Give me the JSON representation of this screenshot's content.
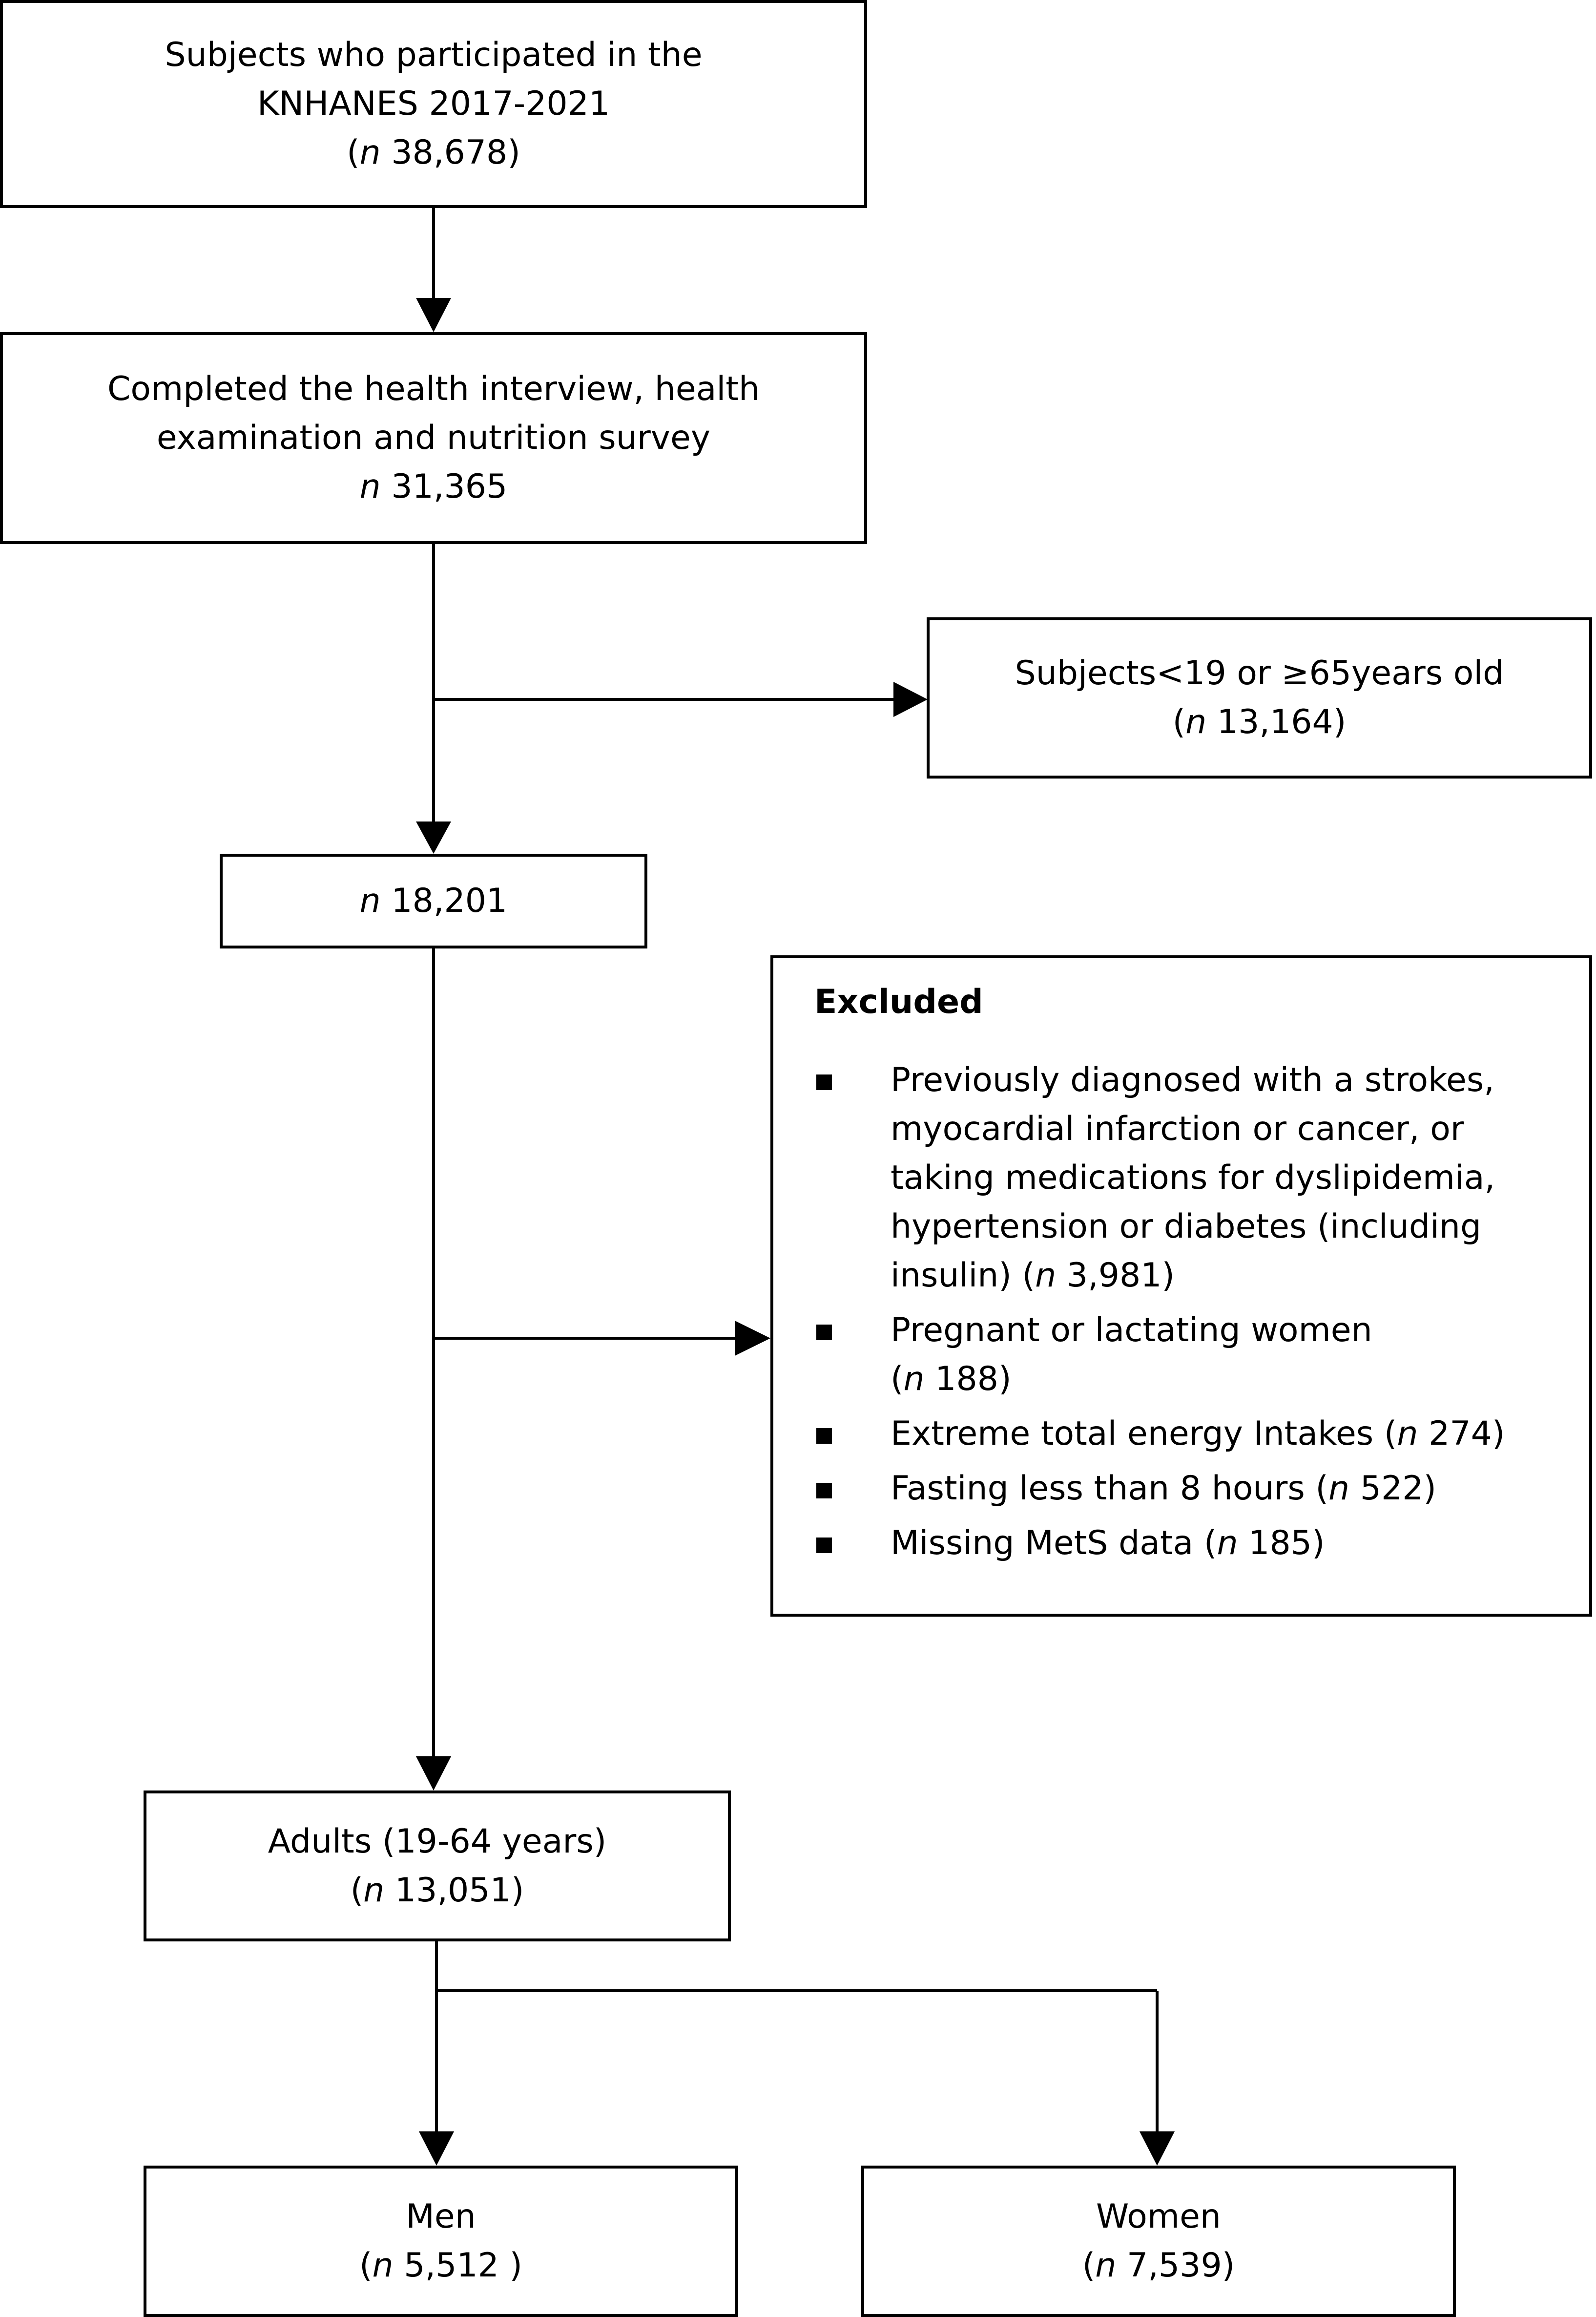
{
  "boxes": {
    "knhanes": {
      "line1": "Subjects who participated in the",
      "line2": "KNHANES 2017-2021",
      "count_open": "(",
      "n": "n",
      "count": "38,678",
      "count_close": ")"
    },
    "completed": {
      "line1": "Completed the health interview, health",
      "line2": "examination and nutrition survey",
      "n": "n",
      "count": "31,365"
    },
    "age_excluded": {
      "line1": "Subjects<19 or ≥65years old",
      "count_open": "(",
      "n": "n",
      "count": "13,164",
      "count_close": ")"
    },
    "remaining": {
      "n": "n",
      "count": "18,201"
    },
    "excluded": {
      "title": "Excluded",
      "items": [
        {
          "lines": [
            "Previously diagnosed with a strokes,",
            "myocardial infarction or cancer, or",
            "taking medications for dyslipidemia,",
            "hypertension or diabetes (including"
          ],
          "last_prefix": "insulin) (",
          "n": "n",
          "count": "3,981",
          "suffix": ")"
        },
        {
          "lines": [
            "Pregnant or lactating women"
          ],
          "last_prefix": "(",
          "n": "n",
          "count": "188",
          "suffix": ")"
        },
        {
          "lines": [],
          "last_prefix": "Extreme total energy Intakes (",
          "n": "n",
          "count": "274",
          "suffix": ")"
        },
        {
          "lines": [],
          "last_prefix": "Fasting less than 8 hours (",
          "n": "n",
          "count": "522",
          "suffix": ")"
        },
        {
          "lines": [],
          "last_prefix": "Missing MetS data (",
          "n": "n",
          "count": "185",
          "suffix": ")"
        }
      ]
    },
    "adults": {
      "line1": "Adults (19-64 years)",
      "count_open": "(",
      "n": "n",
      "count": "13,051",
      "count_close": ")"
    },
    "men": {
      "line1": "Men",
      "count_open": "(",
      "n": "n",
      "count": "5,512",
      "count_close": " )"
    },
    "women": {
      "line1": "Women",
      "count_open": "(",
      "n": "n",
      "count": "7,539",
      "count_close": ")"
    }
  },
  "colors": {
    "stroke": "#000000",
    "background": "#ffffff"
  }
}
